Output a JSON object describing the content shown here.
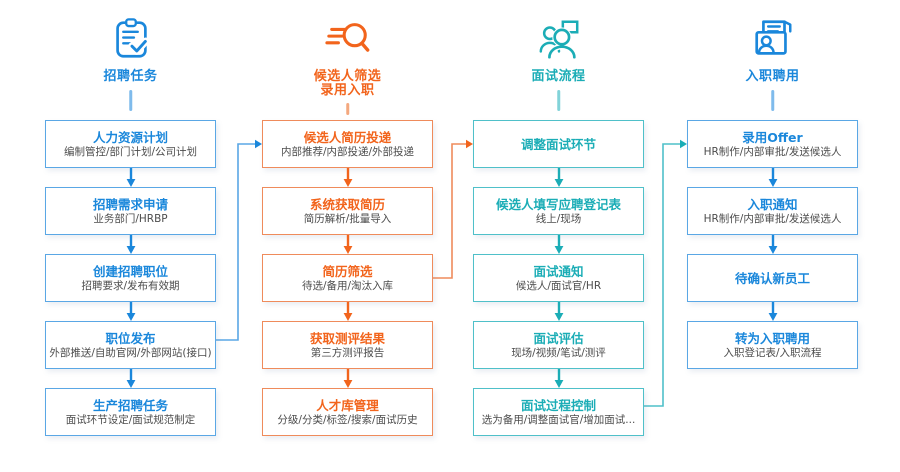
{
  "diagram": {
    "themes": {
      "blue": {
        "primary": "#1a87db",
        "border": "#5aa7e5",
        "light": "#7fbbec"
      },
      "orange": {
        "primary": "#f2641c",
        "border": "#ef8b5b",
        "light": "#f4a87f"
      },
      "teal": {
        "primary": "#1badb6",
        "border": "#4fc0c9",
        "light": "#82d3d9"
      }
    },
    "columns": [
      {
        "key": "recruitment-tasks",
        "icon": "clipboard-check-icon",
        "theme": "blue",
        "title_lines": [
          "招聘任务"
        ],
        "boxes": [
          {
            "title": "人力资源计划",
            "subtitle": "编制管控/部门计划/公司计划"
          },
          {
            "title": "招聘需求申请",
            "subtitle": "业务部门/HRBP"
          },
          {
            "title": "创建招聘职位",
            "subtitle": "招聘要求/发布有效期"
          },
          {
            "title": "职位发布",
            "subtitle": "外部推送/自助官网/外部网站(接口)"
          },
          {
            "title": "生产招聘任务",
            "subtitle": "面试环节设定/面试规范制定"
          }
        ]
      },
      {
        "key": "candidate-screening",
        "icon": "search-resume-icon",
        "theme": "orange",
        "title_lines": [
          "候选人筛选",
          "录用入职"
        ],
        "boxes": [
          {
            "title": "候选人简历投递",
            "subtitle": "内部推荐/内部投递/外部投递"
          },
          {
            "title": "系统获取简历",
            "subtitle": "简历解析/批量导入"
          },
          {
            "title": "简历筛选",
            "subtitle": "待选/备用/淘汰入库"
          },
          {
            "title": "获取测评结果",
            "subtitle": "第三方测评报告"
          },
          {
            "title": "人才库管理",
            "subtitle": "分级/分类/标签/搜索/面试历史"
          }
        ]
      },
      {
        "key": "interview-process",
        "icon": "interview-chat-icon",
        "theme": "teal",
        "title_lines": [
          "面试流程"
        ],
        "boxes": [
          {
            "title": "调整面试环节",
            "subtitle": ""
          },
          {
            "title": "候选人填写应聘登记表",
            "subtitle": "线上/现场"
          },
          {
            "title": "面试通知",
            "subtitle": "候选人/面试官/HR"
          },
          {
            "title": "面试评估",
            "subtitle": "现场/视频/笔试/测评"
          },
          {
            "title": "面试过程控制",
            "subtitle": "选为备用/调整面试官/增加面试..."
          }
        ]
      },
      {
        "key": "onboarding",
        "icon": "folder-person-icon",
        "theme": "blue",
        "title_lines": [
          "入职聘用"
        ],
        "boxes": [
          {
            "title": "录用Offer",
            "subtitle": "HR制作/内部审批/发送候选人"
          },
          {
            "title": "入职通知",
            "subtitle": "HR制作/内部审批/发送候选人"
          },
          {
            "title": "待确认新员工",
            "subtitle": ""
          },
          {
            "title": "转为入职聘用",
            "subtitle": "入职登记表/入职流程"
          }
        ]
      }
    ],
    "cross_connectors": [
      {
        "from": "职位发布",
        "to": "候选人简历投递",
        "theme": "blue"
      },
      {
        "from": "简历筛选",
        "to": "调整面试环节",
        "theme": "orange"
      },
      {
        "from": "面试过程控制",
        "to": "录用Offer",
        "theme": "teal"
      }
    ]
  }
}
